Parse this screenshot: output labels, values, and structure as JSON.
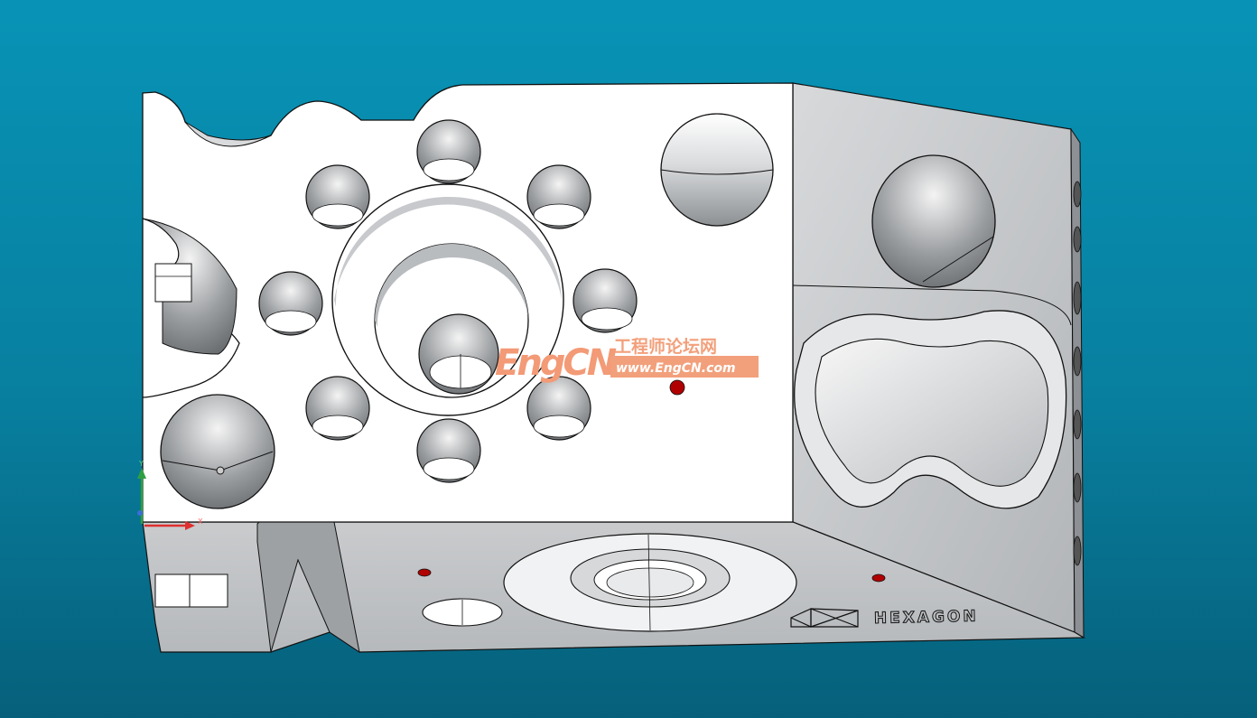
{
  "viewport": {
    "background_top": "#0893b6",
    "background_bottom": "#06607b"
  },
  "part": {
    "face_color": "#ffffff",
    "side_color": "#c4c7ca",
    "edge_color": "#111111",
    "probe_point_color": "#b00000",
    "brand_text": "HEXAGON",
    "brand_icon": "hexagon-logo-icon"
  },
  "axis_triad": {
    "x_label": "X",
    "y_label": "Y",
    "x_color": "#e03030",
    "y_color": "#2ea043",
    "z_color": "#3a6fd8"
  },
  "watermark": {
    "logo_text": "EngCN",
    "chinese_text": "工程师论坛网",
    "url_text": "www.EngCN.com"
  }
}
